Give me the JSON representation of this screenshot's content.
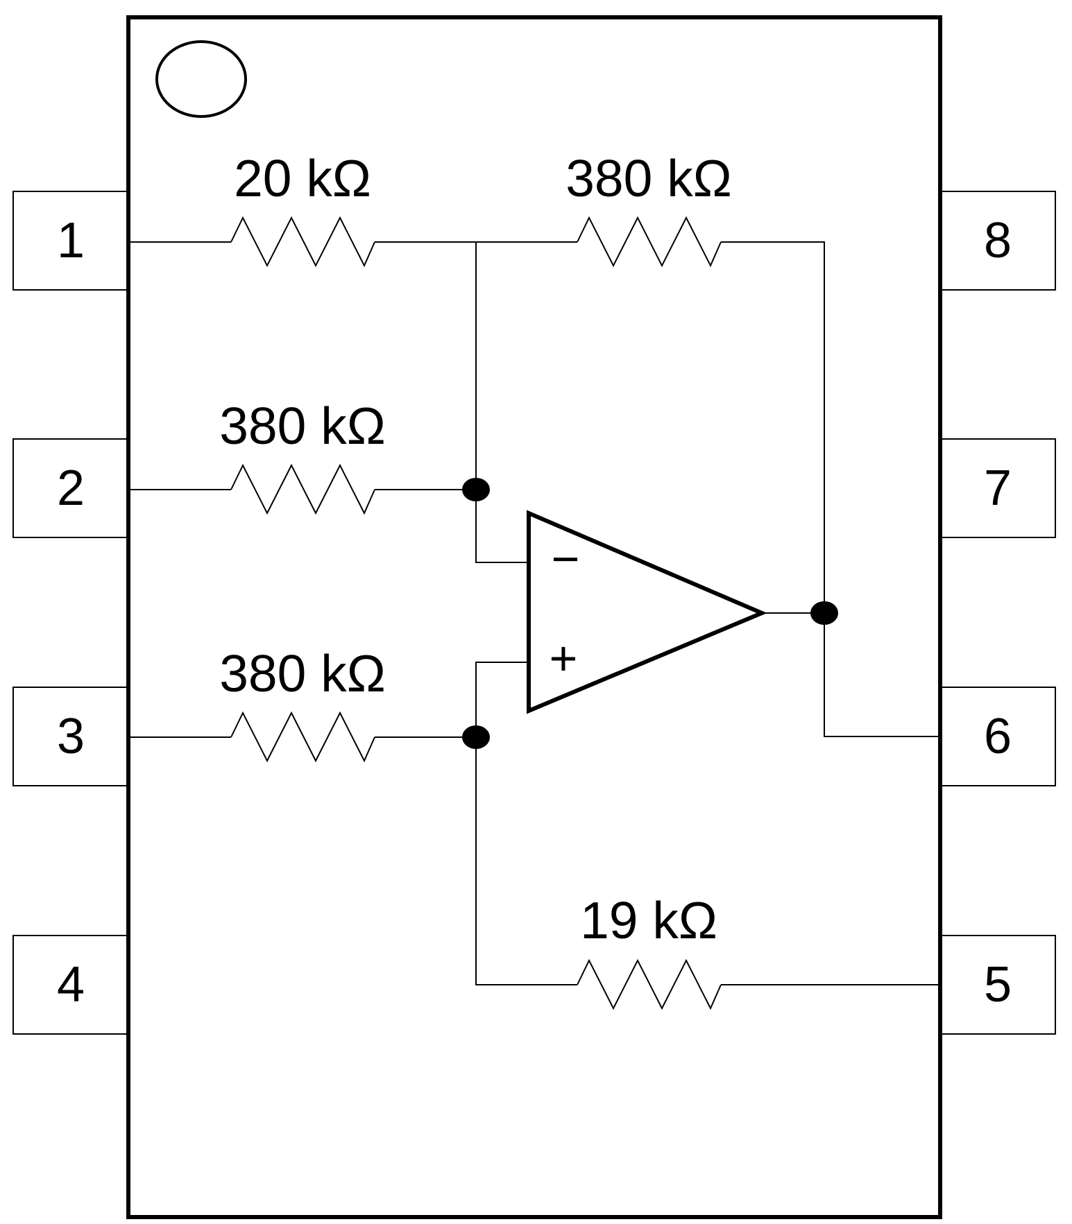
{
  "pins": {
    "p1": "1",
    "p2": "2",
    "p3": "3",
    "p4": "4",
    "p5": "5",
    "p6": "6",
    "p7": "7",
    "p8": "8"
  },
  "resistors": {
    "r1": "20 kΩ",
    "r2": "380 kΩ",
    "r3": "380 kΩ",
    "r4": "380 kΩ",
    "r5": "19 kΩ"
  },
  "opamp": {
    "minus": "−",
    "plus": "+"
  }
}
